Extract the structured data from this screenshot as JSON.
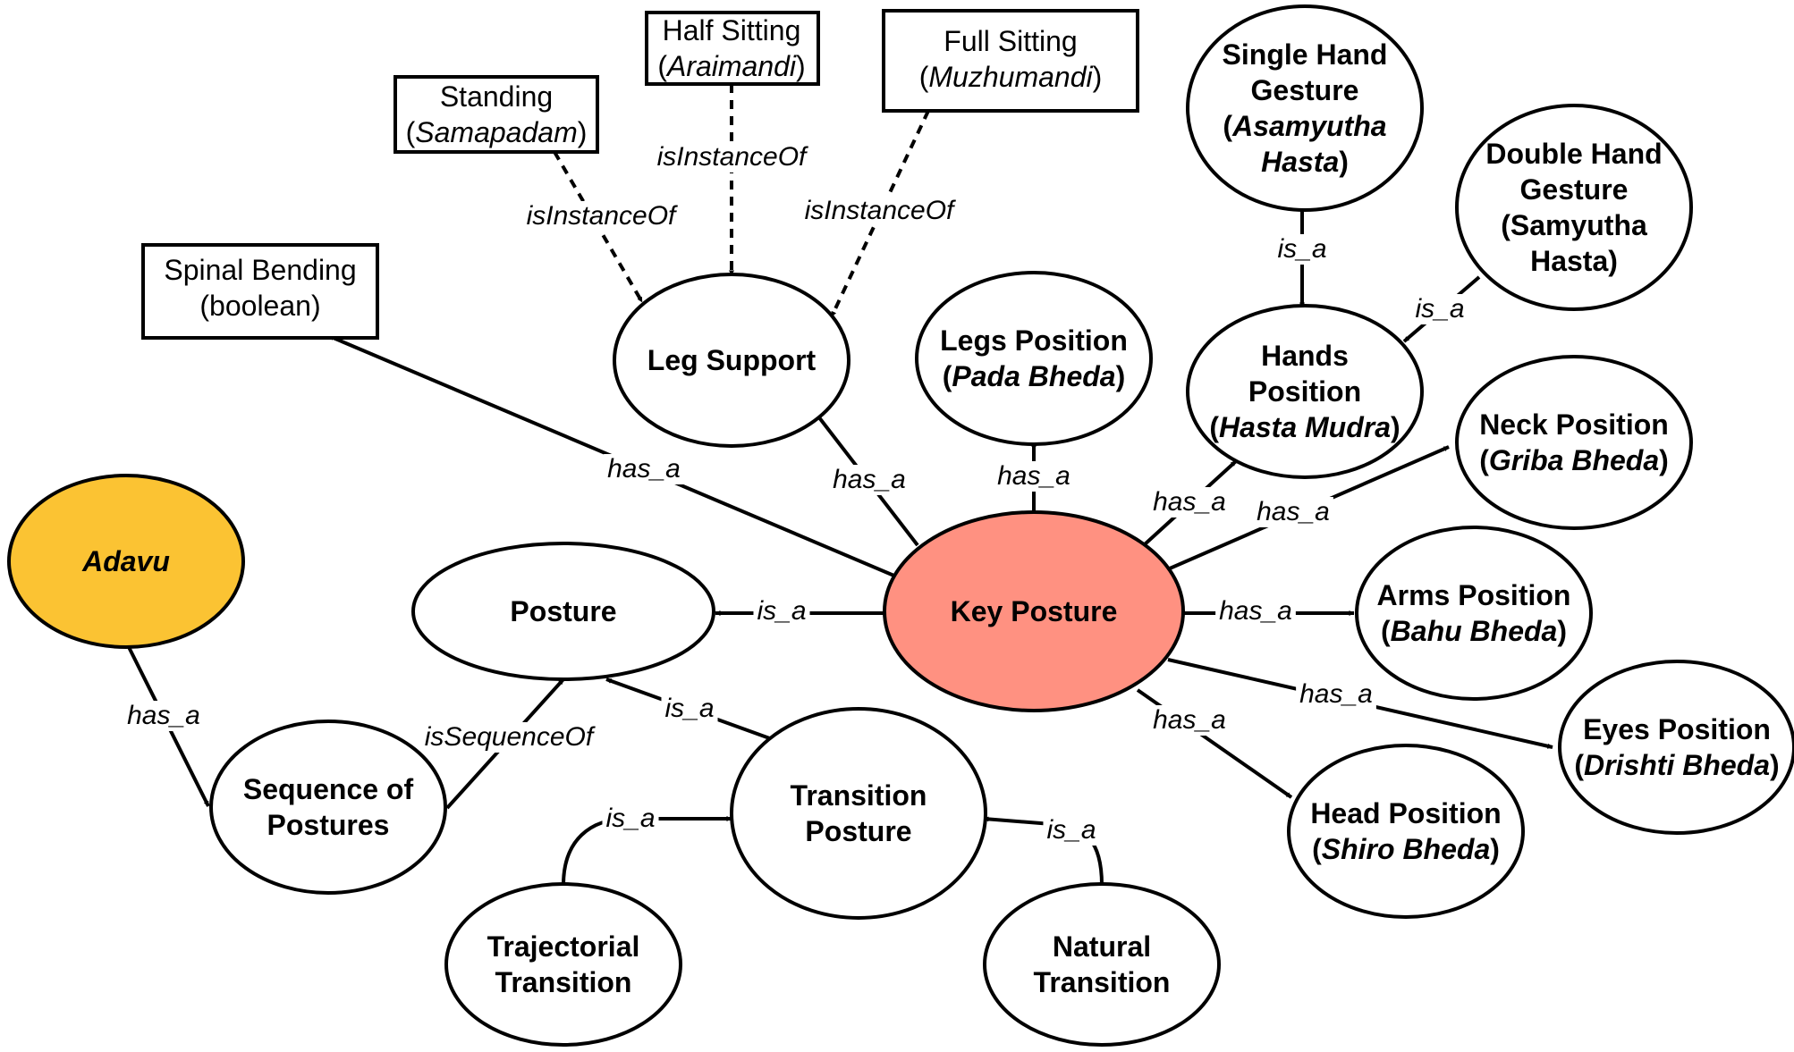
{
  "colors": {
    "adavu": "#fbc333",
    "key_posture": "#ff9181",
    "default_fill": "#ffffff",
    "stroke": "#000000"
  },
  "nodes": [
    {
      "id": "standing",
      "lines": [
        [
          {
            "t": "Standing"
          }
        ],
        [
          {
            "t": "("
          },
          {
            "t": "Samapadam",
            "i": true
          },
          {
            "t": ")"
          }
        ]
      ]
    },
    {
      "id": "half-sitting",
      "lines": [
        [
          {
            "t": "Half Sitting"
          }
        ],
        [
          {
            "t": "("
          },
          {
            "t": "Araimandi",
            "i": true
          },
          {
            "t": ")"
          }
        ]
      ]
    },
    {
      "id": "full-sitting",
      "lines": [
        [
          {
            "t": "Full Sitting"
          }
        ],
        [
          {
            "t": "("
          },
          {
            "t": "Muzhumandi",
            "i": true
          },
          {
            "t": ")"
          }
        ]
      ]
    },
    {
      "id": "spinal-bending",
      "lines": [
        [
          {
            "t": "Spinal Bending"
          }
        ],
        [
          {
            "t": "(boolean)"
          }
        ]
      ]
    },
    {
      "id": "single-hand-gesture",
      "lines": [
        [
          {
            "t": "Single Hand"
          }
        ],
        [
          {
            "t": "Gesture"
          }
        ],
        [
          {
            "t": "("
          },
          {
            "t": "Asamyutha",
            "i": true
          }
        ],
        [
          {
            "t": "Hasta",
            "i": true
          },
          {
            "t": ")"
          }
        ]
      ]
    },
    {
      "id": "double-hand-gesture",
      "lines": [
        [
          {
            "t": "Double Hand"
          }
        ],
        [
          {
            "t": "Gesture"
          }
        ],
        [
          {
            "t": "(Samyutha"
          }
        ],
        [
          {
            "t": "Hasta)"
          }
        ]
      ]
    },
    {
      "id": "leg-support",
      "lines": [
        [
          {
            "t": "Leg Support"
          }
        ]
      ]
    },
    {
      "id": "legs-position",
      "lines": [
        [
          {
            "t": "Legs Position"
          }
        ],
        [
          {
            "t": "("
          },
          {
            "t": "Pada Bheda",
            "i": true
          },
          {
            "t": ")"
          }
        ]
      ]
    },
    {
      "id": "hands-position",
      "lines": [
        [
          {
            "t": "Hands"
          }
        ],
        [
          {
            "t": "Position"
          }
        ],
        [
          {
            "t": "("
          },
          {
            "t": "Hasta Mudra",
            "i": true
          },
          {
            "t": ")"
          }
        ]
      ]
    },
    {
      "id": "neck-position",
      "lines": [
        [
          {
            "t": "Neck Position"
          }
        ],
        [
          {
            "t": "("
          },
          {
            "t": "Griba Bheda",
            "i": true
          },
          {
            "t": ")"
          }
        ]
      ]
    },
    {
      "id": "adavu",
      "lines": [
        [
          {
            "t": "Adavu",
            "i": true
          }
        ]
      ]
    },
    {
      "id": "posture",
      "lines": [
        [
          {
            "t": "Posture"
          }
        ]
      ]
    },
    {
      "id": "key-posture",
      "lines": [
        [
          {
            "t": "Key Posture"
          }
        ]
      ]
    },
    {
      "id": "arms-position",
      "lines": [
        [
          {
            "t": "Arms Position"
          }
        ],
        [
          {
            "t": "("
          },
          {
            "t": "Bahu Bheda",
            "i": true
          },
          {
            "t": ")"
          }
        ]
      ]
    },
    {
      "id": "eyes-position",
      "lines": [
        [
          {
            "t": "Eyes Position"
          }
        ],
        [
          {
            "t": "("
          },
          {
            "t": "Drishti Bheda",
            "i": true
          },
          {
            "t": ")"
          }
        ]
      ]
    },
    {
      "id": "sequence-of-postures",
      "lines": [
        [
          {
            "t": "Sequence of"
          }
        ],
        [
          {
            "t": "Postures"
          }
        ]
      ]
    },
    {
      "id": "transition-posture",
      "lines": [
        [
          {
            "t": "Transition"
          }
        ],
        [
          {
            "t": "Posture"
          }
        ]
      ]
    },
    {
      "id": "head-position",
      "lines": [
        [
          {
            "t": "Head Position"
          }
        ],
        [
          {
            "t": "("
          },
          {
            "t": "Shiro Bheda",
            "i": true
          },
          {
            "t": ")"
          }
        ]
      ]
    },
    {
      "id": "trajectorial-transition",
      "lines": [
        [
          {
            "t": "Trajectorial"
          }
        ],
        [
          {
            "t": "Transition"
          }
        ]
      ]
    },
    {
      "id": "natural-transition",
      "lines": [
        [
          {
            "t": "Natural"
          }
        ],
        [
          {
            "t": "Transition"
          }
        ]
      ]
    }
  ],
  "edges": [
    {
      "id": "standing-leg-support",
      "label": "isInstanceOf"
    },
    {
      "id": "half-sitting-leg-support",
      "label": "isInstanceOf"
    },
    {
      "id": "full-sitting-leg-support",
      "label": "isInstanceOf"
    },
    {
      "id": "key-posture-spinal-bending",
      "label": "has_a"
    },
    {
      "id": "key-posture-leg-support",
      "label": "has_a"
    },
    {
      "id": "key-posture-legs-position",
      "label": "has_a"
    },
    {
      "id": "key-posture-hands-position",
      "label": "has_a"
    },
    {
      "id": "key-posture-neck-position",
      "label": "has_a"
    },
    {
      "id": "key-posture-arms-position",
      "label": "has_a"
    },
    {
      "id": "key-posture-eyes-position",
      "label": "has_a"
    },
    {
      "id": "key-posture-head-position",
      "label": "has_a"
    },
    {
      "id": "key-posture-posture",
      "label": "is_a"
    },
    {
      "id": "single-hand-hands-position",
      "label": "is_a"
    },
    {
      "id": "double-hand-hands-position",
      "label": "is_a"
    },
    {
      "id": "adavu-sequence",
      "label": "has_a"
    },
    {
      "id": "sequence-posture",
      "label": "isSequenceOf"
    },
    {
      "id": "transition-posture-posture",
      "label": "is_a"
    },
    {
      "id": "trajectorial-transition-posture",
      "label": "is_a"
    },
    {
      "id": "natural-transition-posture",
      "label": "is_a"
    }
  ]
}
